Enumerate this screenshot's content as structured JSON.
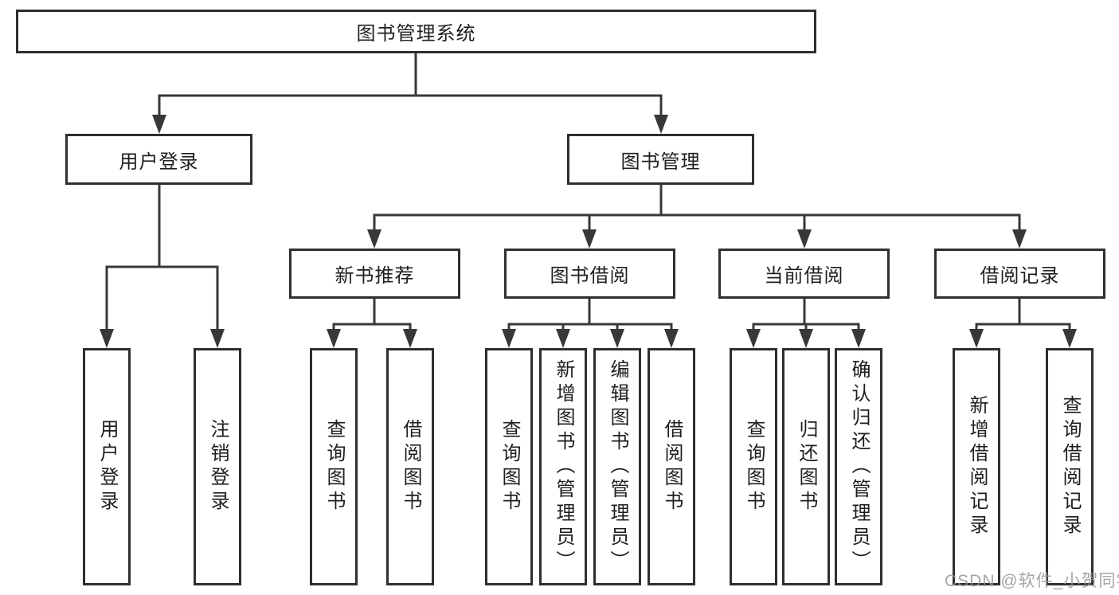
{
  "tree": {
    "label": "图书管理系统",
    "children": [
      {
        "label": "用户登录",
        "children": [
          {
            "label": "用户登录"
          },
          {
            "label": "注销登录"
          }
        ]
      },
      {
        "label": "图书管理",
        "children": [
          {
            "label": "新书推荐",
            "children": [
              {
                "label": "查询图书"
              },
              {
                "label": "借阅图书"
              }
            ]
          },
          {
            "label": "图书借阅",
            "children": [
              {
                "label": "查询图书"
              },
              {
                "label": "新增图书（管理员）"
              },
              {
                "label": "编辑图书（管理员）"
              },
              {
                "label": "借阅图书"
              }
            ]
          },
          {
            "label": "当前借阅",
            "children": [
              {
                "label": "查询图书"
              },
              {
                "label": "归还图书"
              },
              {
                "label": "确认归还（管理员）"
              }
            ]
          },
          {
            "label": "借阅记录",
            "children": [
              {
                "label": "新增借阅记录"
              },
              {
                "label": "查询借阅记录"
              }
            ]
          }
        ]
      }
    ]
  },
  "watermark": "CSDN @软件_小贺同学",
  "colors": {
    "line": "#383838",
    "box_border": "#2f2f2f",
    "text": "#1f1f1f",
    "background": "#ffffff",
    "watermark": "#969696"
  }
}
